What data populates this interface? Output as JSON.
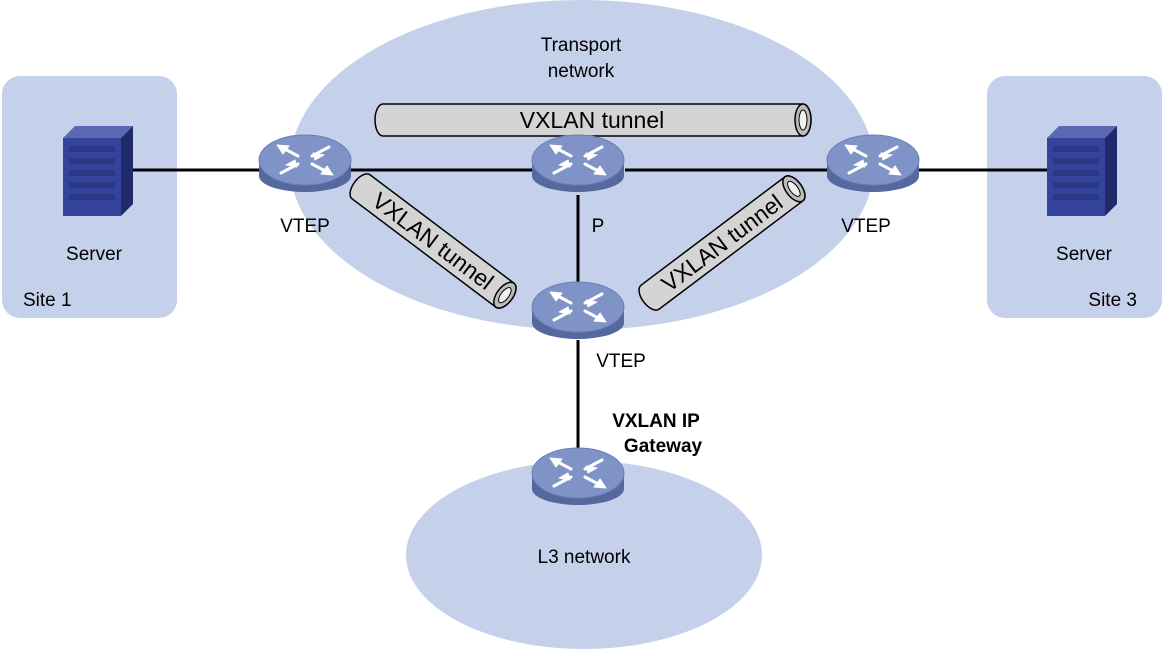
{
  "regions": {
    "transport_network": [
      "Transport",
      "network"
    ],
    "l3_network": "L3 network",
    "site_1": "Site 1",
    "site_3": "Site 3"
  },
  "devices": {
    "server_left": "Server",
    "server_right": "Server",
    "vtep_left": "VTEP",
    "vtep_right": "VTEP",
    "vtep_bottom": "VTEP",
    "p_router": "P"
  },
  "gateway_label": [
    "VXLAN IP",
    "Gateway"
  ],
  "tunnels": {
    "top": "VXLAN tunnel",
    "left": "VXLAN tunnel",
    "right": "VXLAN tunnel"
  },
  "colors": {
    "region_fill": "#c5d1ea",
    "router_top": "#8093c6",
    "router_body": "#5a6ea8",
    "server_body": "#2c3a85",
    "tunnel_fill": "#d4d4d4",
    "link": "#000000"
  },
  "icons": {
    "router": "router-icon",
    "server": "server-icon",
    "tunnel": "tunnel-pipe-icon"
  }
}
